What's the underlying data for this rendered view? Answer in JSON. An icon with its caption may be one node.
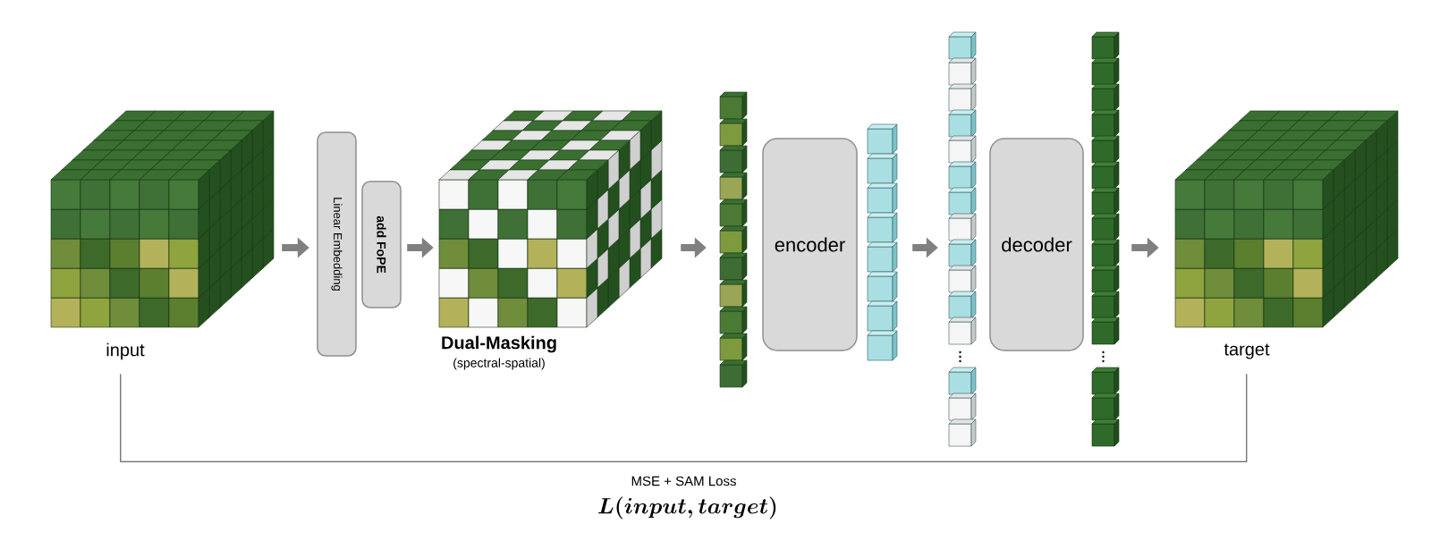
{
  "diagram": {
    "nodes": [
      {
        "text": [
          "input"
        ]
      },
      {
        "text": [
          "Linear Embedding"
        ]
      },
      {
        "text": [
          "add FoPE"
        ]
      },
      {
        "text": [
          "Dual-Masking",
          "(spectral-spatial)"
        ]
      },
      {
        "text": [],
        "shape": "bar"
      },
      {
        "text": [
          "encoder"
        ]
      },
      {
        "text": [],
        "shape": "bar"
      },
      {
        "text": [],
        "shape": "bar"
      },
      {
        "text": [
          "decoder"
        ]
      },
      {
        "text": [],
        "shape": "bar"
      },
      {
        "text": [
          "target"
        ]
      }
    ],
    "edges": [
      {
        "from": 0,
        "to": 1,
        "arrow": "to"
      },
      {
        "from": 2,
        "to": 3,
        "arrow": "to"
      },
      {
        "from": 3,
        "to": 4,
        "arrow": "to"
      },
      {
        "from": 6,
        "to": 7,
        "arrow": "to"
      },
      {
        "from": 9,
        "to": 10,
        "arrow": "to"
      },
      {
        "from": 0,
        "to": 10,
        "arrow": "none",
        "label": "MSE + SAM Loss"
      }
    ],
    "labels": [
      "\\boldsymbol{L(input, target)}"
    ]
  }
}
